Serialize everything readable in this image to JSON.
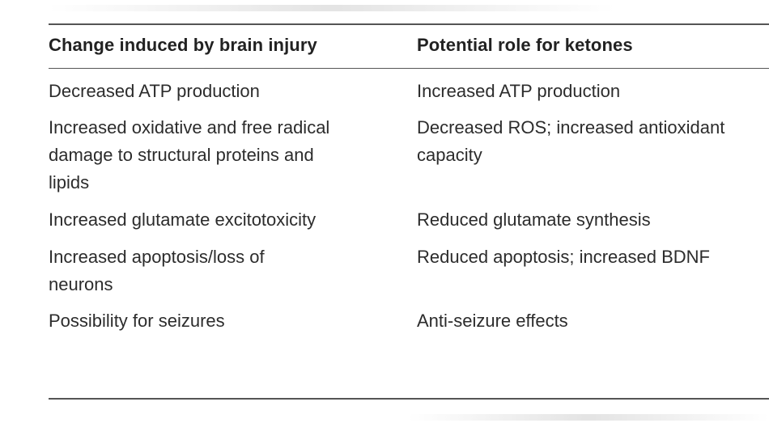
{
  "table": {
    "headers": [
      "Change induced by brain injury",
      "Potential role for ketones"
    ],
    "rows": [
      {
        "change": "Decreased ATP production",
        "role": "Increased ATP production"
      },
      {
        "change": "Increased oxidative and free radical\ndamage to structural proteins and\nlipids",
        "role": "Decreased ROS; increased antioxidant\ncapacity"
      },
      {
        "change": "Increased glutamate excitotoxicity",
        "role": "Reduced glutamate synthesis"
      },
      {
        "change": "Increased apoptosis/loss of\nneurons",
        "role": "Reduced apoptosis; increased BDNF"
      },
      {
        "change": "Possibility for seizures",
        "role": "Anti-seizure effects"
      }
    ]
  }
}
